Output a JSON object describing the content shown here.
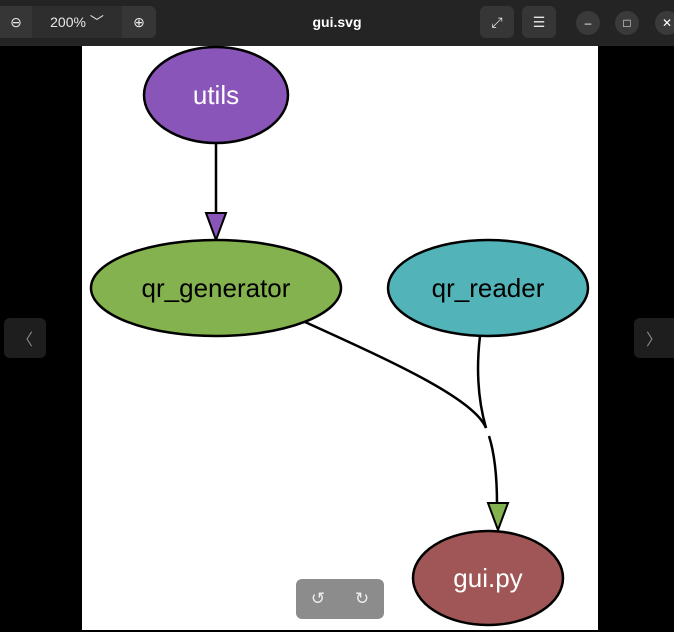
{
  "header": {
    "title": "gui.svg",
    "zoom_level": "200%",
    "icons": {
      "zoom_out": "−",
      "zoom_dropdown": "﹀",
      "zoom_in": "+",
      "fullscreen": "⤢",
      "menu": "☰",
      "minimize": "–",
      "maximize": "□",
      "close": "✕"
    }
  },
  "nav": {
    "prev": "〈",
    "next": "〉"
  },
  "rotate": {
    "left": "↺",
    "right": "↻"
  },
  "diagram": {
    "nodes": [
      {
        "id": "utils",
        "label": "utils",
        "color": "#8a55b8"
      },
      {
        "id": "qr_generator",
        "label": "qr_generator",
        "color": "#84b24e"
      },
      {
        "id": "qr_reader",
        "label": "qr_reader",
        "color": "#52b4b8"
      },
      {
        "id": "gui_py",
        "label": "gui.py",
        "color": "#a05656"
      }
    ],
    "edges": [
      {
        "from": "utils",
        "to": "qr_generator"
      },
      {
        "from": "qr_generator",
        "to": "gui_py"
      },
      {
        "from": "qr_reader",
        "to": "gui_py"
      }
    ]
  }
}
